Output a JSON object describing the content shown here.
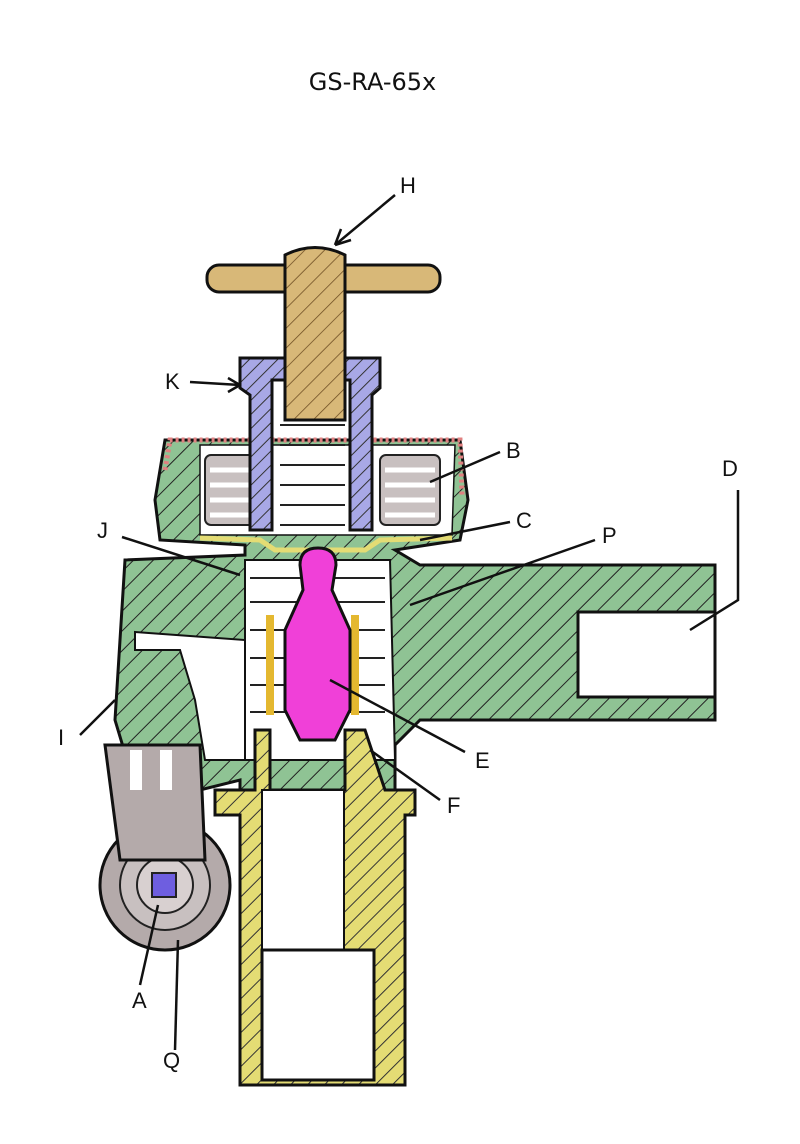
{
  "title": "GS-RA-65x",
  "labels": {
    "H": "H",
    "K": "K",
    "B": "B",
    "D": "D",
    "C": "C",
    "J": "J",
    "P": "P",
    "I": "I",
    "E": "E",
    "F": "F",
    "A": "A",
    "Q": "Q"
  },
  "colors": {
    "body": "#8fc394",
    "handle": "#d8b878",
    "bonnet": "#a8a8e6",
    "poppet": "#f040d8",
    "sleeve": "#e4dc74",
    "clamp": "#b4aaaa",
    "cap": "#e08080",
    "square": "#6e5ee0"
  }
}
